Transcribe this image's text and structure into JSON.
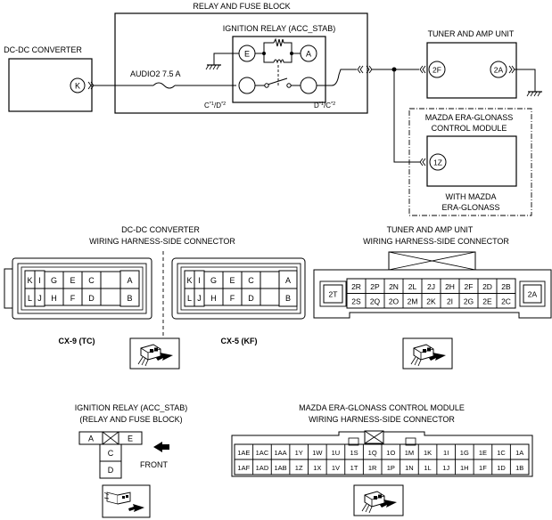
{
  "wiring": {
    "relay_fuse_block": "RELAY AND FUSE BLOCK",
    "ignition_relay": "IGNITION RELAY (ACC_STAB)",
    "dcdc_converter": "DC-DC CONVERTER",
    "fuse_label": "AUDIO2 7.5 A",
    "term_K": "K",
    "term_E": "E",
    "term_A": "A",
    "term_C_left": "C*1/D*2",
    "term_D_right": "D*1/C*2",
    "tuner_amp": "TUNER AND AMP UNIT",
    "term_2F": "2F",
    "term_2A": "2A",
    "era_module_line1": "MAZDA ERA-GLONASS",
    "era_module_line2": "CONTROL MODULE",
    "term_1Z": "1Z",
    "with_era_line1": "WITH MAZDA",
    "with_era_line2": "ERA-GLONASS"
  },
  "dcdc_connector": {
    "title_line1": "DC-DC CONVERTER",
    "title_line2": "WIRING HARNESS-SIDE CONNECTOR",
    "top_row": [
      "K",
      "I",
      "G",
      "E",
      "C",
      "A"
    ],
    "bottom_row": [
      "L",
      "J",
      "H",
      "F",
      "D",
      "B"
    ],
    "variant_left": "CX-9 (TC)",
    "variant_right": "CX-5 (KF)"
  },
  "tuner_connector": {
    "title_line1": "TUNER AND AMP UNIT",
    "title_line2": "WIRING HARNESS-SIDE CONNECTOR",
    "top_row": [
      "2R",
      "2P",
      "2N",
      "2L",
      "2J",
      "2H",
      "2F",
      "2D",
      "2B"
    ],
    "bottom_row": [
      "2S",
      "2Q",
      "2O",
      "2M",
      "2K",
      "2I",
      "2G",
      "2E",
      "2C"
    ],
    "left_pin": "2T",
    "right_pin": "2A"
  },
  "relay_connector": {
    "title_line1": "IGNITION RELAY (ACC_STAB)",
    "title_line2": "(RELAY AND FUSE BLOCK)",
    "pin_A": "A",
    "pin_E": "E",
    "pin_C": "C",
    "pin_D": "D",
    "front_label": "FRONT"
  },
  "era_connector": {
    "title_line1": "MAZDA ERA-GLONASS CONTROL MODULE",
    "title_line2": "WIRING HARNESS-SIDE CONNECTOR",
    "top_row": [
      "1AE",
      "1AC",
      "1AA",
      "1Y",
      "1W",
      "1U",
      "1S",
      "1Q",
      "1O",
      "1M",
      "1K",
      "1I",
      "1G",
      "1E",
      "1C",
      "1A"
    ],
    "bottom_row": [
      "1AF",
      "1AD",
      "1AB",
      "1Z",
      "1X",
      "1V",
      "1T",
      "1R",
      "1P",
      "1N",
      "1L",
      "1J",
      "1H",
      "1F",
      "1D",
      "1B"
    ]
  }
}
